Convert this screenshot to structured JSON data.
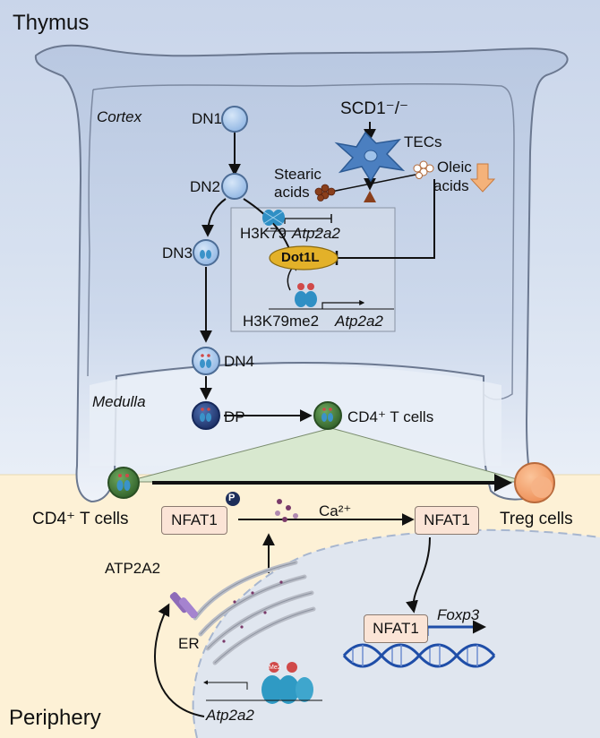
{
  "regions": {
    "thymus": "Thymus",
    "periphery": "Periphery",
    "cortex": "Cortex",
    "medulla": "Medulla"
  },
  "stages": {
    "dn1": "DN1",
    "dn2": "DN2",
    "dn3": "DN3",
    "dn4": "DN4",
    "dp": "DP",
    "cd4_thymus": "CD4⁺ T cells"
  },
  "regulation": {
    "scd1": "SCD1⁻/⁻",
    "tecs": "TECs",
    "stearic": [
      "Stearic",
      "acids"
    ],
    "oleic": [
      "Oleic",
      "acids"
    ],
    "h3k79": "H3K79",
    "atp2a2_gene": "Atp2a2",
    "dot1l": "Dot1L",
    "h3k79me2": "H3K79me2",
    "atp2a2_gene_active": "Atp2a2"
  },
  "periphery_labels": {
    "cd4_periphery": "CD4⁺ T cells",
    "treg": "Treg cells",
    "nfat1_phos": "NFAT1",
    "phospho_mark": "P",
    "ca": "Ca²⁺",
    "nfat1_active": "NFAT1",
    "nfat1_nucleus": "NFAT1",
    "foxp3": "Foxp3",
    "atp2a2_protein": "ATP2A2",
    "er": "ER",
    "atp2a2_gene_periphery": "Atp2a2",
    "me2_mark": "Me2"
  },
  "colors": {
    "thymus_bg": "#cfd9ec",
    "periphery_bg": "#fdf1d6",
    "cell_blue": "#9fc2ea",
    "cd4_green": "#3f7a35",
    "dp_navy": "#223a78",
    "treg_orange": "#f4a06a",
    "dot1l": "#e3b129",
    "nfat_box": "#fbe4d6",
    "dna_blue": "#1f4ea8"
  }
}
